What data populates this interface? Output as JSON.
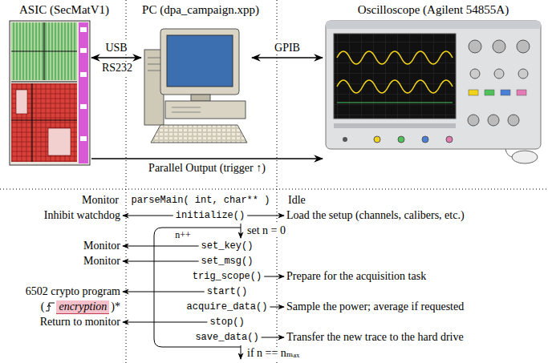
{
  "diagram": {
    "nodes": [
      {
        "text": [
          "ASIC (SecMatV1)"
        ]
      },
      {
        "text": [
          "PC (dpa_campaign.xpp)"
        ]
      },
      {
        "text": [
          "Oscilloscope (Agilent 54855A)"
        ]
      },
      {
        "text": [
          "Inhibit watchdog"
        ]
      },
      {
        "text": [
          "initialize()"
        ]
      },
      {
        "text": [
          "Load the setup (channels, calibers, etc.)"
        ]
      },
      {
        "text": [
          "Monitor"
        ]
      },
      {
        "text": [
          "set_key()"
        ]
      },
      {
        "text": [
          "Monitor"
        ]
      },
      {
        "text": [
          "set_msg()"
        ]
      },
      {
        "text": [
          "trig_scope()"
        ]
      },
      {
        "text": [
          "Prepare for the acquisition task"
        ]
      },
      {
        "text": [
          "6502 crypto program"
        ]
      },
      {
        "text": [
          "start()"
        ]
      },
      {
        "text": [
          "acquire_data()"
        ]
      },
      {
        "text": [
          "Sample the power; average if requested"
        ]
      },
      {
        "text": [
          "Return to monitor"
        ]
      },
      {
        "text": [
          "stop()"
        ]
      },
      {
        "text": [
          "save_data()"
        ]
      },
      {
        "text": [
          "Transfer the new trace to the hard drive"
        ]
      }
    ],
    "edges": [
      {
        "from": 0,
        "to": 1,
        "arrow": "both",
        "label": "USB"
      },
      {
        "from": 1,
        "to": 2,
        "arrow": "both",
        "label": "GPIB"
      },
      {
        "from": 0,
        "to": 2,
        "arrow": "to",
        "label": "Parallel Output (trigger ↑)"
      },
      {
        "from": 4,
        "to": 3,
        "arrow": "to"
      },
      {
        "from": 4,
        "to": 5,
        "arrow": "to"
      },
      {
        "from": 7,
        "to": 6,
        "arrow": "to"
      },
      {
        "from": 9,
        "to": 8,
        "arrow": "to"
      },
      {
        "from": 10,
        "to": 11,
        "arrow": "to"
      },
      {
        "from": 13,
        "to": 12,
        "arrow": "to"
      },
      {
        "from": 14,
        "to": 15,
        "arrow": "to"
      },
      {
        "from": 17,
        "to": 16,
        "arrow": "to"
      },
      {
        "from": 18,
        "to": 19,
        "arrow": "to"
      }
    ],
    "labels": [
      "RS232",
      "Monitor",
      "parseMain( int, char** )",
      "Idle",
      "n++",
      "set n = 0",
      "(",
      "encryption",
      ")*",
      "if n == nₘₐₓ"
    ]
  }
}
